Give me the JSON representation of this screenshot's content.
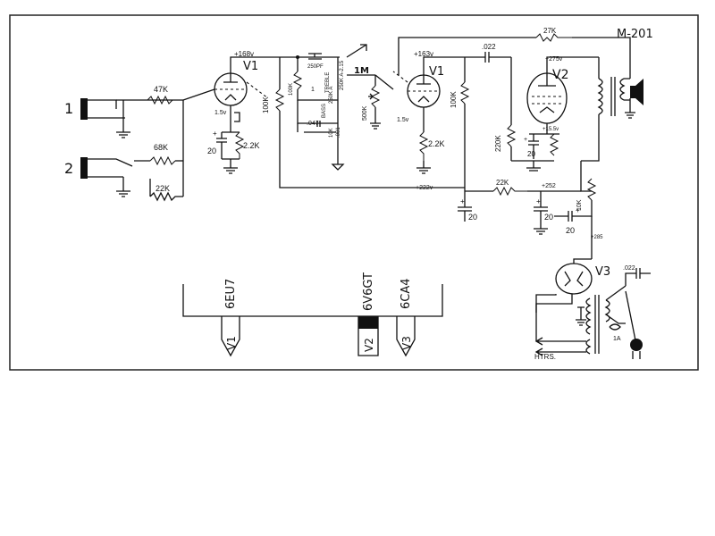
{
  "model": "M-201",
  "inputs": [
    "1",
    "2"
  ],
  "resistors": {
    "r_in1": "47K",
    "r_in2a": "68K",
    "r_in2b": "22K",
    "r_v1_cath": "2.2K",
    "r_v1_plate": "100K",
    "r_tone1": "100K",
    "r_tone2": "10K",
    "r_v1b_plate": "100K",
    "r_v1b_cath": "2.2K",
    "r_v2_grid": "220K",
    "r_dec": "22K",
    "r_fb": "27K",
    "r_scr": "10K"
  },
  "caps": {
    "c_v1_cath": "20",
    "c_tone_250": "250PF",
    "c_tone_047": ".047",
    "c_tone_001": ".001",
    "c_couple": ".022",
    "c_v2_cath": "20",
    "c_f1": "20",
    "c_f2": "20",
    "c_f3": "20",
    "c_line": ".022"
  },
  "pots": {
    "treble": "250K A-2.15",
    "treble_lbl": "TREBLE",
    "bass": "250K A",
    "bass_lbl": "BASS",
    "loud": "1M",
    "vol": "500K"
  },
  "voltages": {
    "v1_plate": "+168v",
    "v1b_plate": "+163v",
    "v2_plate": "+275v",
    "v2_cath": "+15.5v",
    "b1": "+222v",
    "b2": "+252",
    "b3": "+285"
  },
  "cathode_v": {
    "v1a": "1.5v",
    "v1b": "1.5v"
  },
  "tubes": {
    "v1": "V1",
    "v2": "V2",
    "v3": "V3",
    "v1_type": "6EU7",
    "v2_type": "6V6GT",
    "v3_type": "6CA4",
    "key_v1": "V1",
    "key_v2": "V2",
    "key_v3": "V3"
  },
  "misc": {
    "htrs": "HTRS.",
    "fuse": "1A"
  }
}
